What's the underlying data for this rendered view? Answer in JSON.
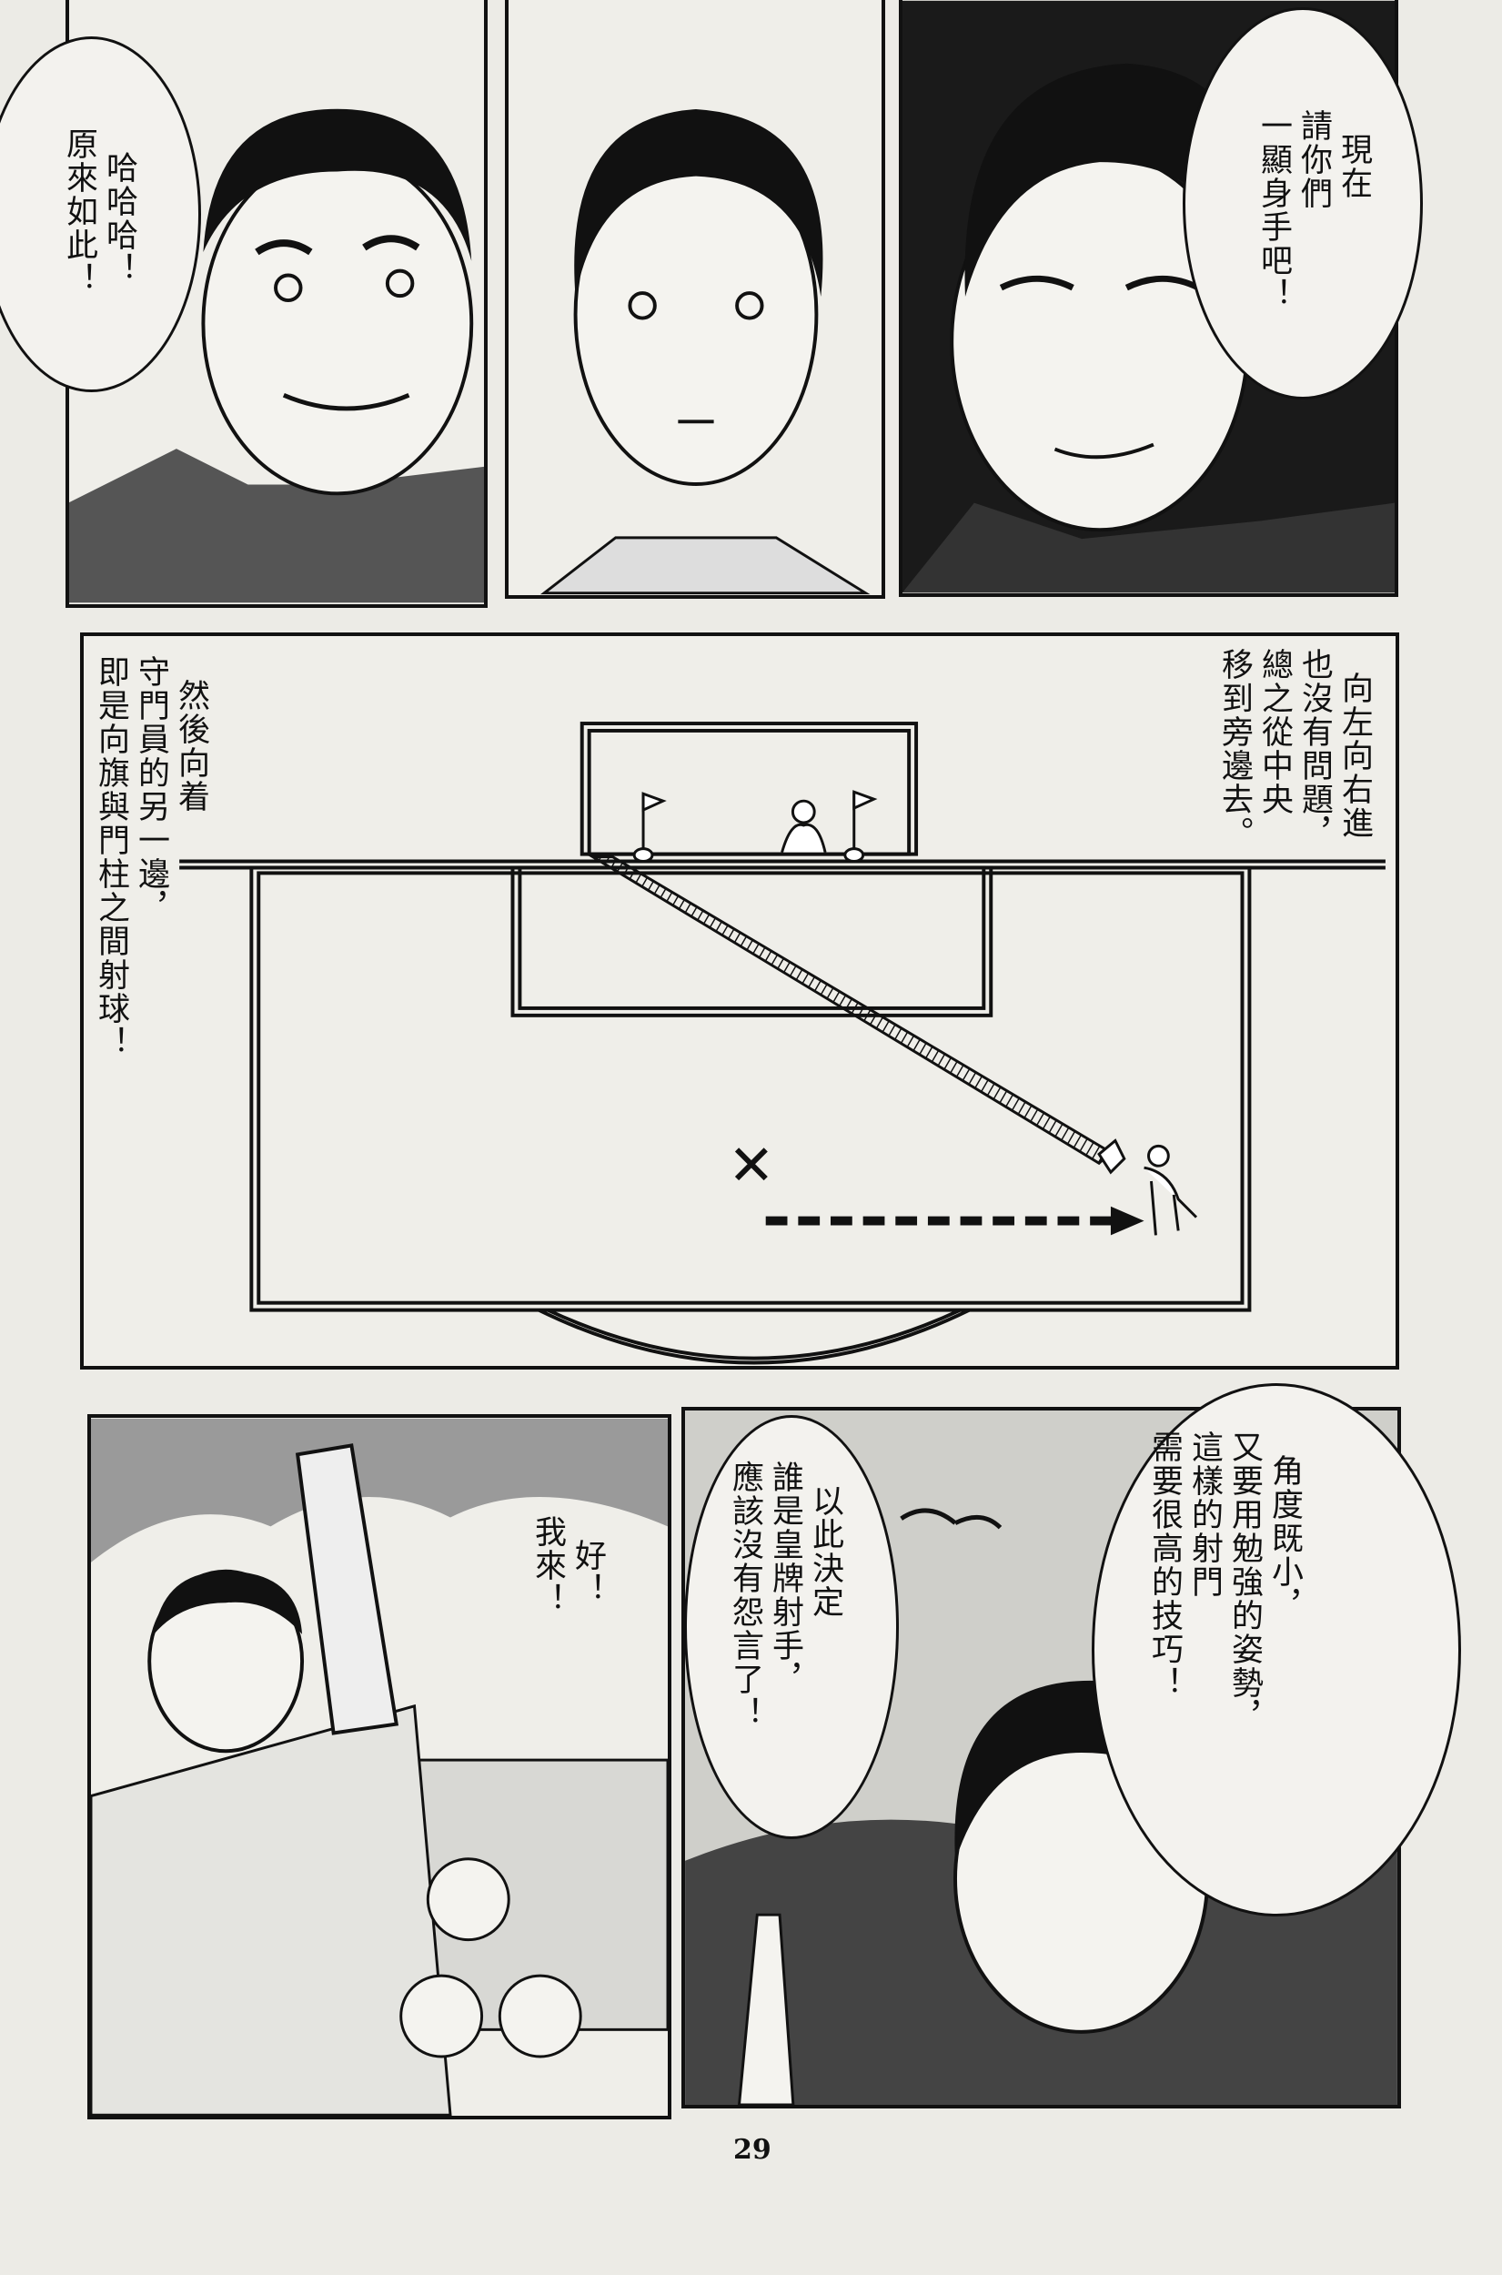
{
  "page_number": "29",
  "panels": [
    {
      "id": 1,
      "bubble": [
        "哈哈哈！",
        "原來如此！"
      ]
    },
    {
      "id": 2
    },
    {
      "id": 3,
      "bubble": [
        "現在",
        "請你們",
        "一顯身手吧！"
      ]
    },
    {
      "id": 4,
      "caption_right": [
        "向左向右進",
        "也沒有問題，",
        "總之從中央",
        "移到旁邊去。"
      ],
      "caption_left": [
        "然後向着",
        "守門員的另一邊，",
        "即是向旗與門柱之間射球！"
      ]
    },
    {
      "id": 5,
      "speech": [
        "好！",
        "我來！"
      ]
    },
    {
      "id": 6,
      "bubble_left": [
        "以此決定",
        "誰是皇牌射手，",
        "應該沒有怨言了！"
      ],
      "bubble_right": [
        "角度既小，",
        "又要用勉強的姿勢，",
        "這樣的射門",
        "需要很高的技巧！"
      ]
    }
  ]
}
